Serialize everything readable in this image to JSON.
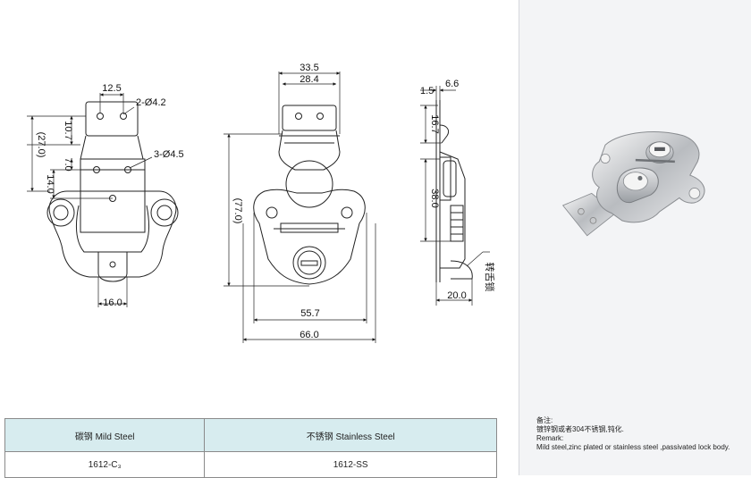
{
  "drawing": {
    "front_view": {
      "dim_top_width": "12.5",
      "dim_small_holes": "2-Ø4.2",
      "dim_large_holes": "3-Ø4.5",
      "dim_overall_height": "(27.0)",
      "dim_hole_pitch_upper": "10.7",
      "dim_hole_pitch_mid": "7.0",
      "dim_hole_pitch_lower": "14.0",
      "dim_bottom_width": "16.0"
    },
    "center_view": {
      "dim_top_outer": "33.5",
      "dim_top_inner": "28.4",
      "dim_height": "(77.0)",
      "dim_hole_span": "55.7",
      "dim_overall_width": "66.0"
    },
    "side_view": {
      "dim_offset": "1.5",
      "dim_thickness": "6.6",
      "dim_upper_height": "16.7",
      "dim_spring_height": "38.0",
      "dim_depth": "20.0",
      "callout_label": "转舌锁"
    }
  },
  "table": {
    "headers": [
      "碳钢 Mild Steel",
      "不锈钢 Stainless Steel"
    ],
    "rows": [
      [
        "1612-C₃",
        "1612-SS"
      ]
    ]
  },
  "remark": {
    "title_cn": "备注:",
    "text_cn": "镀锌钢或者304不锈钢,钝化.",
    "title_en": "Remark:",
    "text_en": "Mild steel,zinc plated or stainless steel ,passivated lock body."
  },
  "icons": {
    "product_photo": "butterfly-latch-photo-icon"
  }
}
